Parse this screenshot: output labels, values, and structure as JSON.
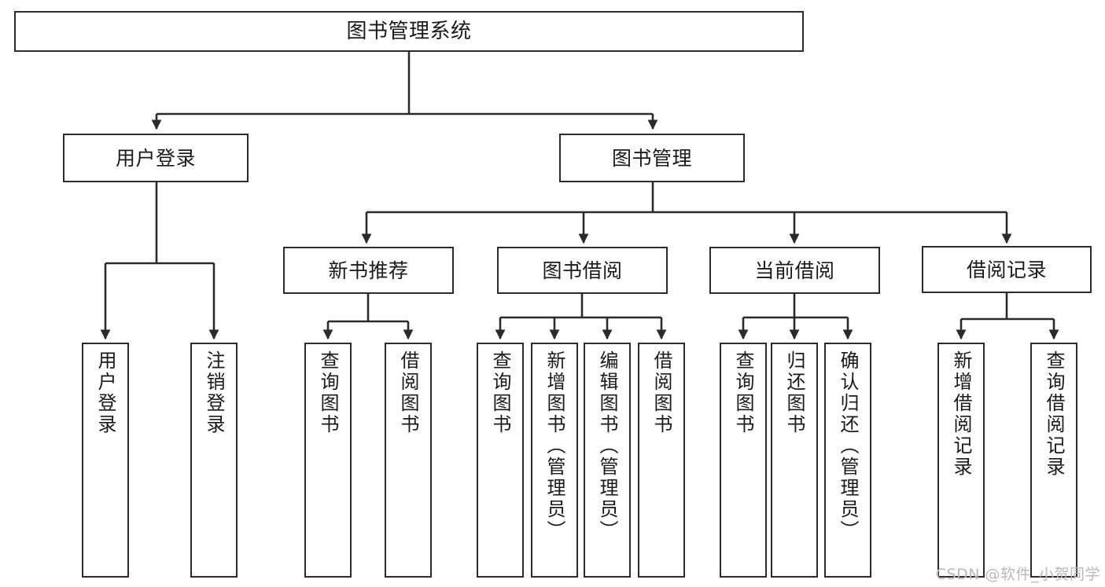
{
  "diagram": {
    "type": "tree-hierarchy-chart",
    "title": "图书管理系统",
    "stroke_color": "#2b2b2b",
    "background_color": "#ffffff",
    "text_color": "#1a1a1a",
    "root": {
      "label": "图书管理系统"
    },
    "level2": [
      {
        "label": "用户登录"
      },
      {
        "label": "图书管理"
      }
    ],
    "level3": [
      {
        "label": "新书推荐"
      },
      {
        "label": "图书借阅"
      },
      {
        "label": "当前借阅"
      },
      {
        "label": "借阅记录"
      }
    ],
    "leaves": {
      "user_login": [
        {
          "label": "用户登录"
        },
        {
          "label": "注销登录"
        }
      ],
      "new_book_recommend": [
        {
          "label": "查询图书"
        },
        {
          "label": "借阅图书"
        }
      ],
      "book_borrow": [
        {
          "label": "查询图书"
        },
        {
          "label": "新增图书（管理员）"
        },
        {
          "label": "编辑图书（管理员）"
        },
        {
          "label": "借阅图书"
        }
      ],
      "current_borrow": [
        {
          "label": "查询图书"
        },
        {
          "label": "归还图书"
        },
        {
          "label": "确认归还（管理员）"
        }
      ],
      "borrow_record": [
        {
          "label": "新增借阅记录"
        },
        {
          "label": "查询借阅记录"
        }
      ]
    }
  },
  "watermark": {
    "text": "CSDN @软件_小贺同学"
  }
}
